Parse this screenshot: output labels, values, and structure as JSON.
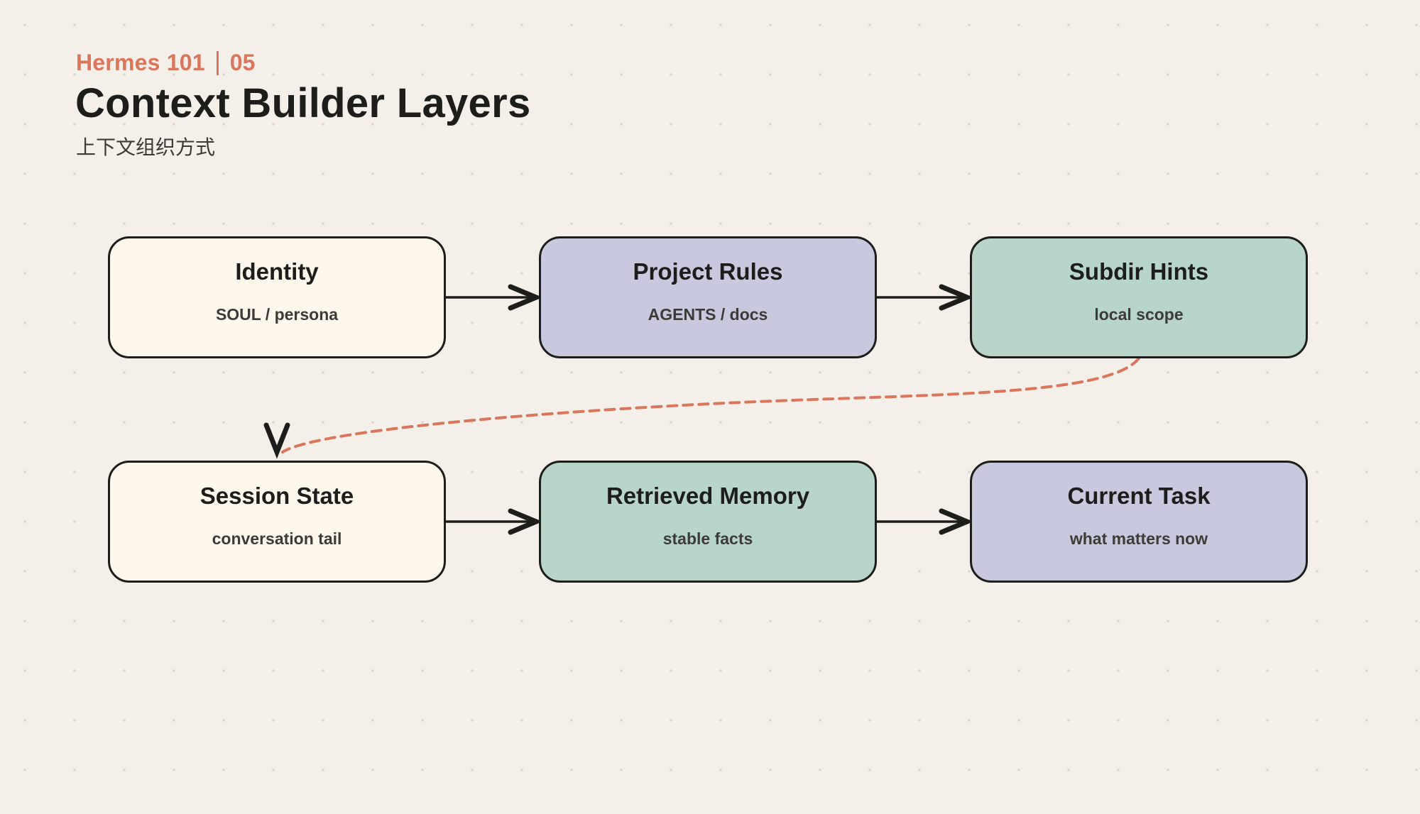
{
  "header": {
    "series": "Hermes 101",
    "number": "05",
    "title": "Context Builder Layers",
    "subtitle": "上下文组织方式"
  },
  "colors": {
    "background": "#f4f0e9",
    "accent": "#d9765b",
    "cream": "#fdf7ec",
    "lavender": "#c8c9de",
    "mint": "#b7d5c9",
    "ink": "#1d1d1b"
  },
  "layers": [
    {
      "label": "Identity",
      "sub": "SOUL / persona",
      "color": "cream"
    },
    {
      "label": "Project Rules",
      "sub": "AGENTS / docs",
      "color": "lavender"
    },
    {
      "label": "Subdir Hints",
      "sub": "local scope",
      "color": "mint"
    },
    {
      "label": "Session State",
      "sub": "conversation tail",
      "color": "cream"
    },
    {
      "label": "Retrieved Memory",
      "sub": "stable facts",
      "color": "mint"
    },
    {
      "label": "Current Task",
      "sub": "what matters now",
      "color": "lavender"
    }
  ],
  "connections": [
    {
      "from": 0,
      "to": 1,
      "style": "solid"
    },
    {
      "from": 1,
      "to": 2,
      "style": "solid"
    },
    {
      "from": 2,
      "to": 3,
      "style": "dashed"
    },
    {
      "from": 3,
      "to": 4,
      "style": "solid"
    },
    {
      "from": 4,
      "to": 5,
      "style": "solid"
    }
  ]
}
